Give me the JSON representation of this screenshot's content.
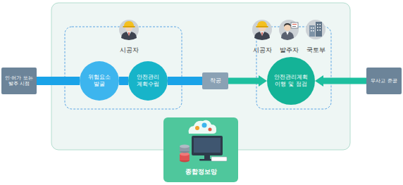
{
  "diagram": {
    "nodes": [
      {
        "text": [
          "인·허가 또는 발주 시점"
        ]
      },
      {
        "text": [
          "위험요소 발굴"
        ]
      },
      {
        "text": [
          "안전관리 계획수립"
        ]
      },
      {
        "text": [
          "착공"
        ]
      },
      {
        "text": [
          "안전관리계획 이행 및 점검"
        ]
      },
      {
        "text": [
          "무사고 준공"
        ]
      },
      {
        "text": [
          "종합정보망"
        ]
      }
    ],
    "edges": [
      {
        "from": 0,
        "to": 1,
        "arrow": "none"
      },
      {
        "from": 1,
        "to": 2,
        "arrow": "none"
      },
      {
        "from": 2,
        "to": 3,
        "arrow": "none"
      },
      {
        "from": 3,
        "to": 4,
        "arrow": "to"
      },
      {
        "from": 5,
        "to": 4,
        "arrow": "to"
      }
    ],
    "labels": [
      "시공자",
      "시공자",
      "발주자",
      "국토부"
    ]
  }
}
